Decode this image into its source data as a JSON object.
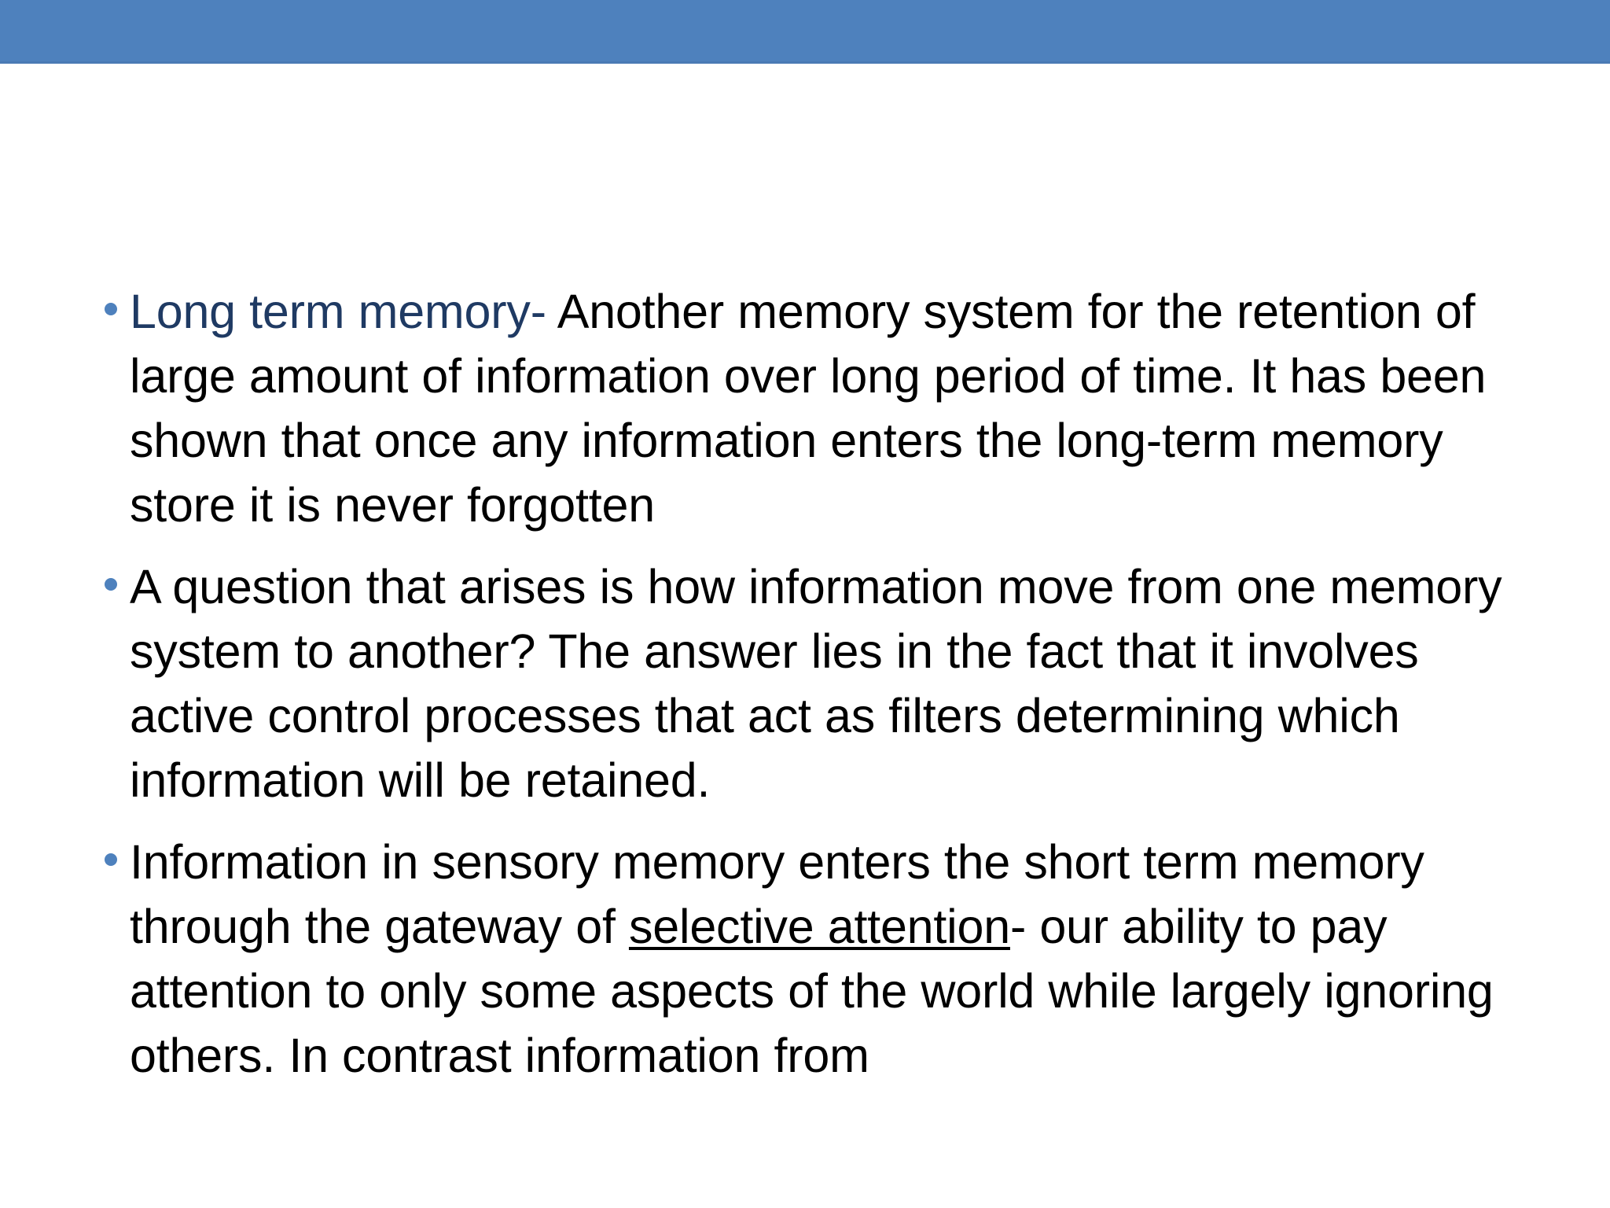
{
  "slide": {
    "background_color": "#ffffff",
    "banner": {
      "color": "#4e81bd",
      "edge_color": "#4a7ab4"
    },
    "bullet_marker": {
      "color": "#4e81bd",
      "shape": "circle"
    },
    "accent_text_color": "#1f3a63",
    "body_text_color": "#000000"
  },
  "bullets": [
    {
      "lead": "Long term memory",
      "lead_suffix": "- ",
      "body": "Another memory system for the retention of large amount of information over long period of time. It has been shown that once any information enters the long-term memory store it is never forgotten",
      "full_text": "Long term memory- Another memory system for the retention of large amount of information over long period of time. It has been shown that once any information enters the long-term memory store it is never forgotten"
    },
    {
      "body": "A question that arises is how information move from one memory system to another? The answer lies in the fact that it involves active control processes that act as filters determining which information will be retained.",
      "full_text": "A question that arises is how information move from one memory system to another? The answer lies in the fact that it involves active control processes that act as filters determining which information will be retained."
    },
    {
      "part1": "Information in sensory memory enters the short term memory through the gateway of ",
      "underlined": "selective attention",
      "part2": "- our ability to pay attention to only some aspects of the world while largely ignoring others. In contrast information from",
      "full_text": "Information in sensory memory enters the short term memory through the gateway of selective attention- our ability to pay attention to only some aspects of the world while largely ignoring others. In contrast information from"
    }
  ]
}
